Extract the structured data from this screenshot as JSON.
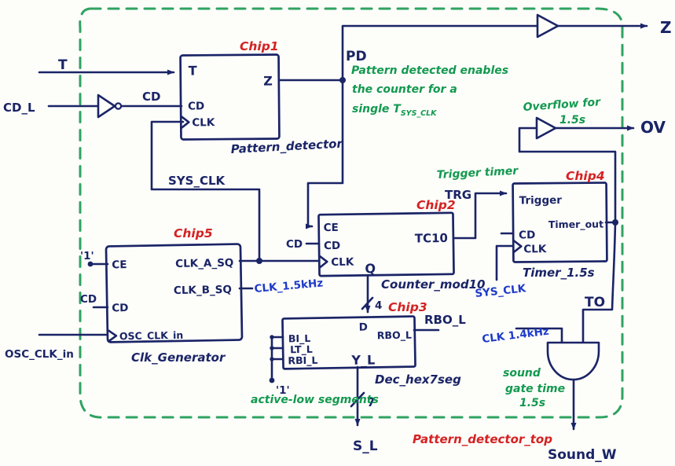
{
  "title": "Pattern_detector_top",
  "colors": {
    "ink": "#1a2466",
    "red": "#d42222",
    "green": "#13994f",
    "border_green": "#2fa361",
    "bright_blue": "#1d3ac8"
  },
  "chips": [
    {
      "tag": "Chip1",
      "name": "Pattern_detector",
      "pins": {
        "t": "T",
        "cd": "CD",
        "clk": "CLK",
        "z": "Z"
      }
    },
    {
      "tag": "Chip2",
      "name": "Counter_mod10",
      "pins": {
        "ce": "CE",
        "cd": "CD",
        "clk": "CLK",
        "tc10": "TC10",
        "q": "Q"
      }
    },
    {
      "tag": "Chip3",
      "name": "Dec_hex7seg",
      "pins": {
        "bi_l": "BI_L",
        "lt_l": "LT_L",
        "rbi_l": "RBI_L",
        "d": "D",
        "rbo_l": "RBO_L",
        "y_l": "Y_L"
      }
    },
    {
      "tag": "Chip4",
      "name": "Timer_1.5s",
      "pins": {
        "trigger": "Trigger",
        "cd": "CD",
        "clk": "CLK",
        "timer_out": "Timer_out"
      }
    },
    {
      "tag": "Chip5",
      "name": "Clk_Generator",
      "pins": {
        "ce": "CE",
        "cd": "CD",
        "osc_clk_in": "OSC_CLK_in",
        "clk_a_sq": "CLK_A_SQ",
        "clk_b_sq": "CLK_B_SQ"
      }
    }
  ],
  "signals": {
    "t": "T",
    "cd_l": "CD_L",
    "cd": "CD",
    "sys_clk": "SYS_CLK",
    "pd": "PD",
    "z": "Z",
    "ov": "OV",
    "trg": "TRG",
    "to": "TO",
    "q_bus_width": "4",
    "seg_bus_width": "7",
    "s_l": "S_L",
    "sound_w": "Sound_W",
    "rbo_l": "RBO_L",
    "clk_1_5khz": "CLK_1.5kHz",
    "clk_1_4khz": "CLK 1.4kHz",
    "osc_clk_in": "OSC_CLK_in",
    "const_one": "'1'"
  },
  "notes": {
    "trigger_timer": "Trigger timer",
    "overflow_line1": "Overflow for",
    "overflow_line2": "1.5s",
    "pd_line1": "Pattern detected enables",
    "pd_line2": "the counter for a",
    "pd_line3": "single T",
    "pd_line3_sub": "SYS_CLK",
    "active_low": "active-low segments",
    "sound_line1": "sound",
    "sound_line2": "gate time",
    "sound_line3": "1.5s"
  }
}
